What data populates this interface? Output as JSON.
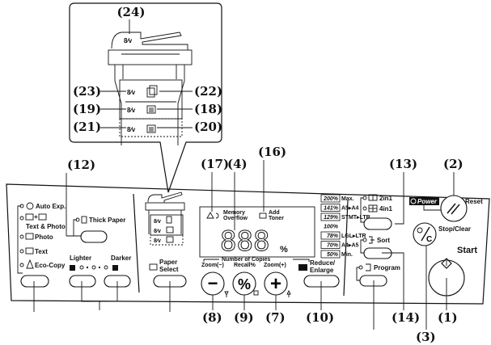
{
  "callouts": {
    "c1": "(1)",
    "c2": "(2)",
    "c3": "(3)",
    "c4": "(4)",
    "c7": "(7)",
    "c8": "(8)",
    "c9": "(9)",
    "c10": "(10)",
    "c12": "(12)",
    "c13": "(13)",
    "c14": "(14)",
    "c16": "(16)",
    "c17": "(17)",
    "c18": "(18)",
    "c19": "(19)",
    "c20": "(20)",
    "c21": "(21)",
    "c22": "(22)",
    "c23": "(23)",
    "c24": "(24)"
  },
  "exposure_modes": {
    "auto": "Auto Exp.",
    "text_photo": "Text & Photo",
    "photo": "Photo",
    "text": "Text",
    "eco": "Eco-Copy"
  },
  "thick_paper": "Thick Paper",
  "density": {
    "lighter": "Lighter",
    "darker": "Darker"
  },
  "paper_select": {
    "line1": "Paper",
    "line2": "Select"
  },
  "display": {
    "memory_overflow_1": "Memory",
    "memory_overflow_2": "Overflow",
    "add_toner_1": "Add",
    "add_toner_2": "Toner",
    "digits": "888",
    "percent": "%",
    "number_of_copies": "Number of Copies"
  },
  "zoom": {
    "minus_label": "Zoom(−)",
    "recall_label": "Recall%",
    "plus_label": "Zoom(+)",
    "minus_symbol": "−",
    "recall_symbol": "%",
    "plus_symbol": "+"
  },
  "ratios": [
    {
      "pct": "200%",
      "desc": "Max."
    },
    {
      "pct": "141%",
      "desc": "A5▸A4"
    },
    {
      "pct": "129%",
      "desc": "STMT▸LTR"
    },
    {
      "pct": "100%",
      "desc": ""
    },
    {
      "pct": "78%",
      "desc": "LGL▸LTR"
    },
    {
      "pct": "70%",
      "desc": "A4▸A5"
    },
    {
      "pct": "50%",
      "desc": "Min."
    }
  ],
  "reduce_enlarge": {
    "line1": "Reduce/",
    "line2": "Enlarge"
  },
  "combine": {
    "two_in_one": "2in1",
    "four_in_one": "4in1",
    "icon_2": "1|2",
    "icon_4": "1|2|3|4"
  },
  "sort": "Sort",
  "program": "Program",
  "power": "Power",
  "reset": "Reset",
  "stop_clear": "Stop/Clear",
  "stop_clear_symbol": "C",
  "start": "Start"
}
